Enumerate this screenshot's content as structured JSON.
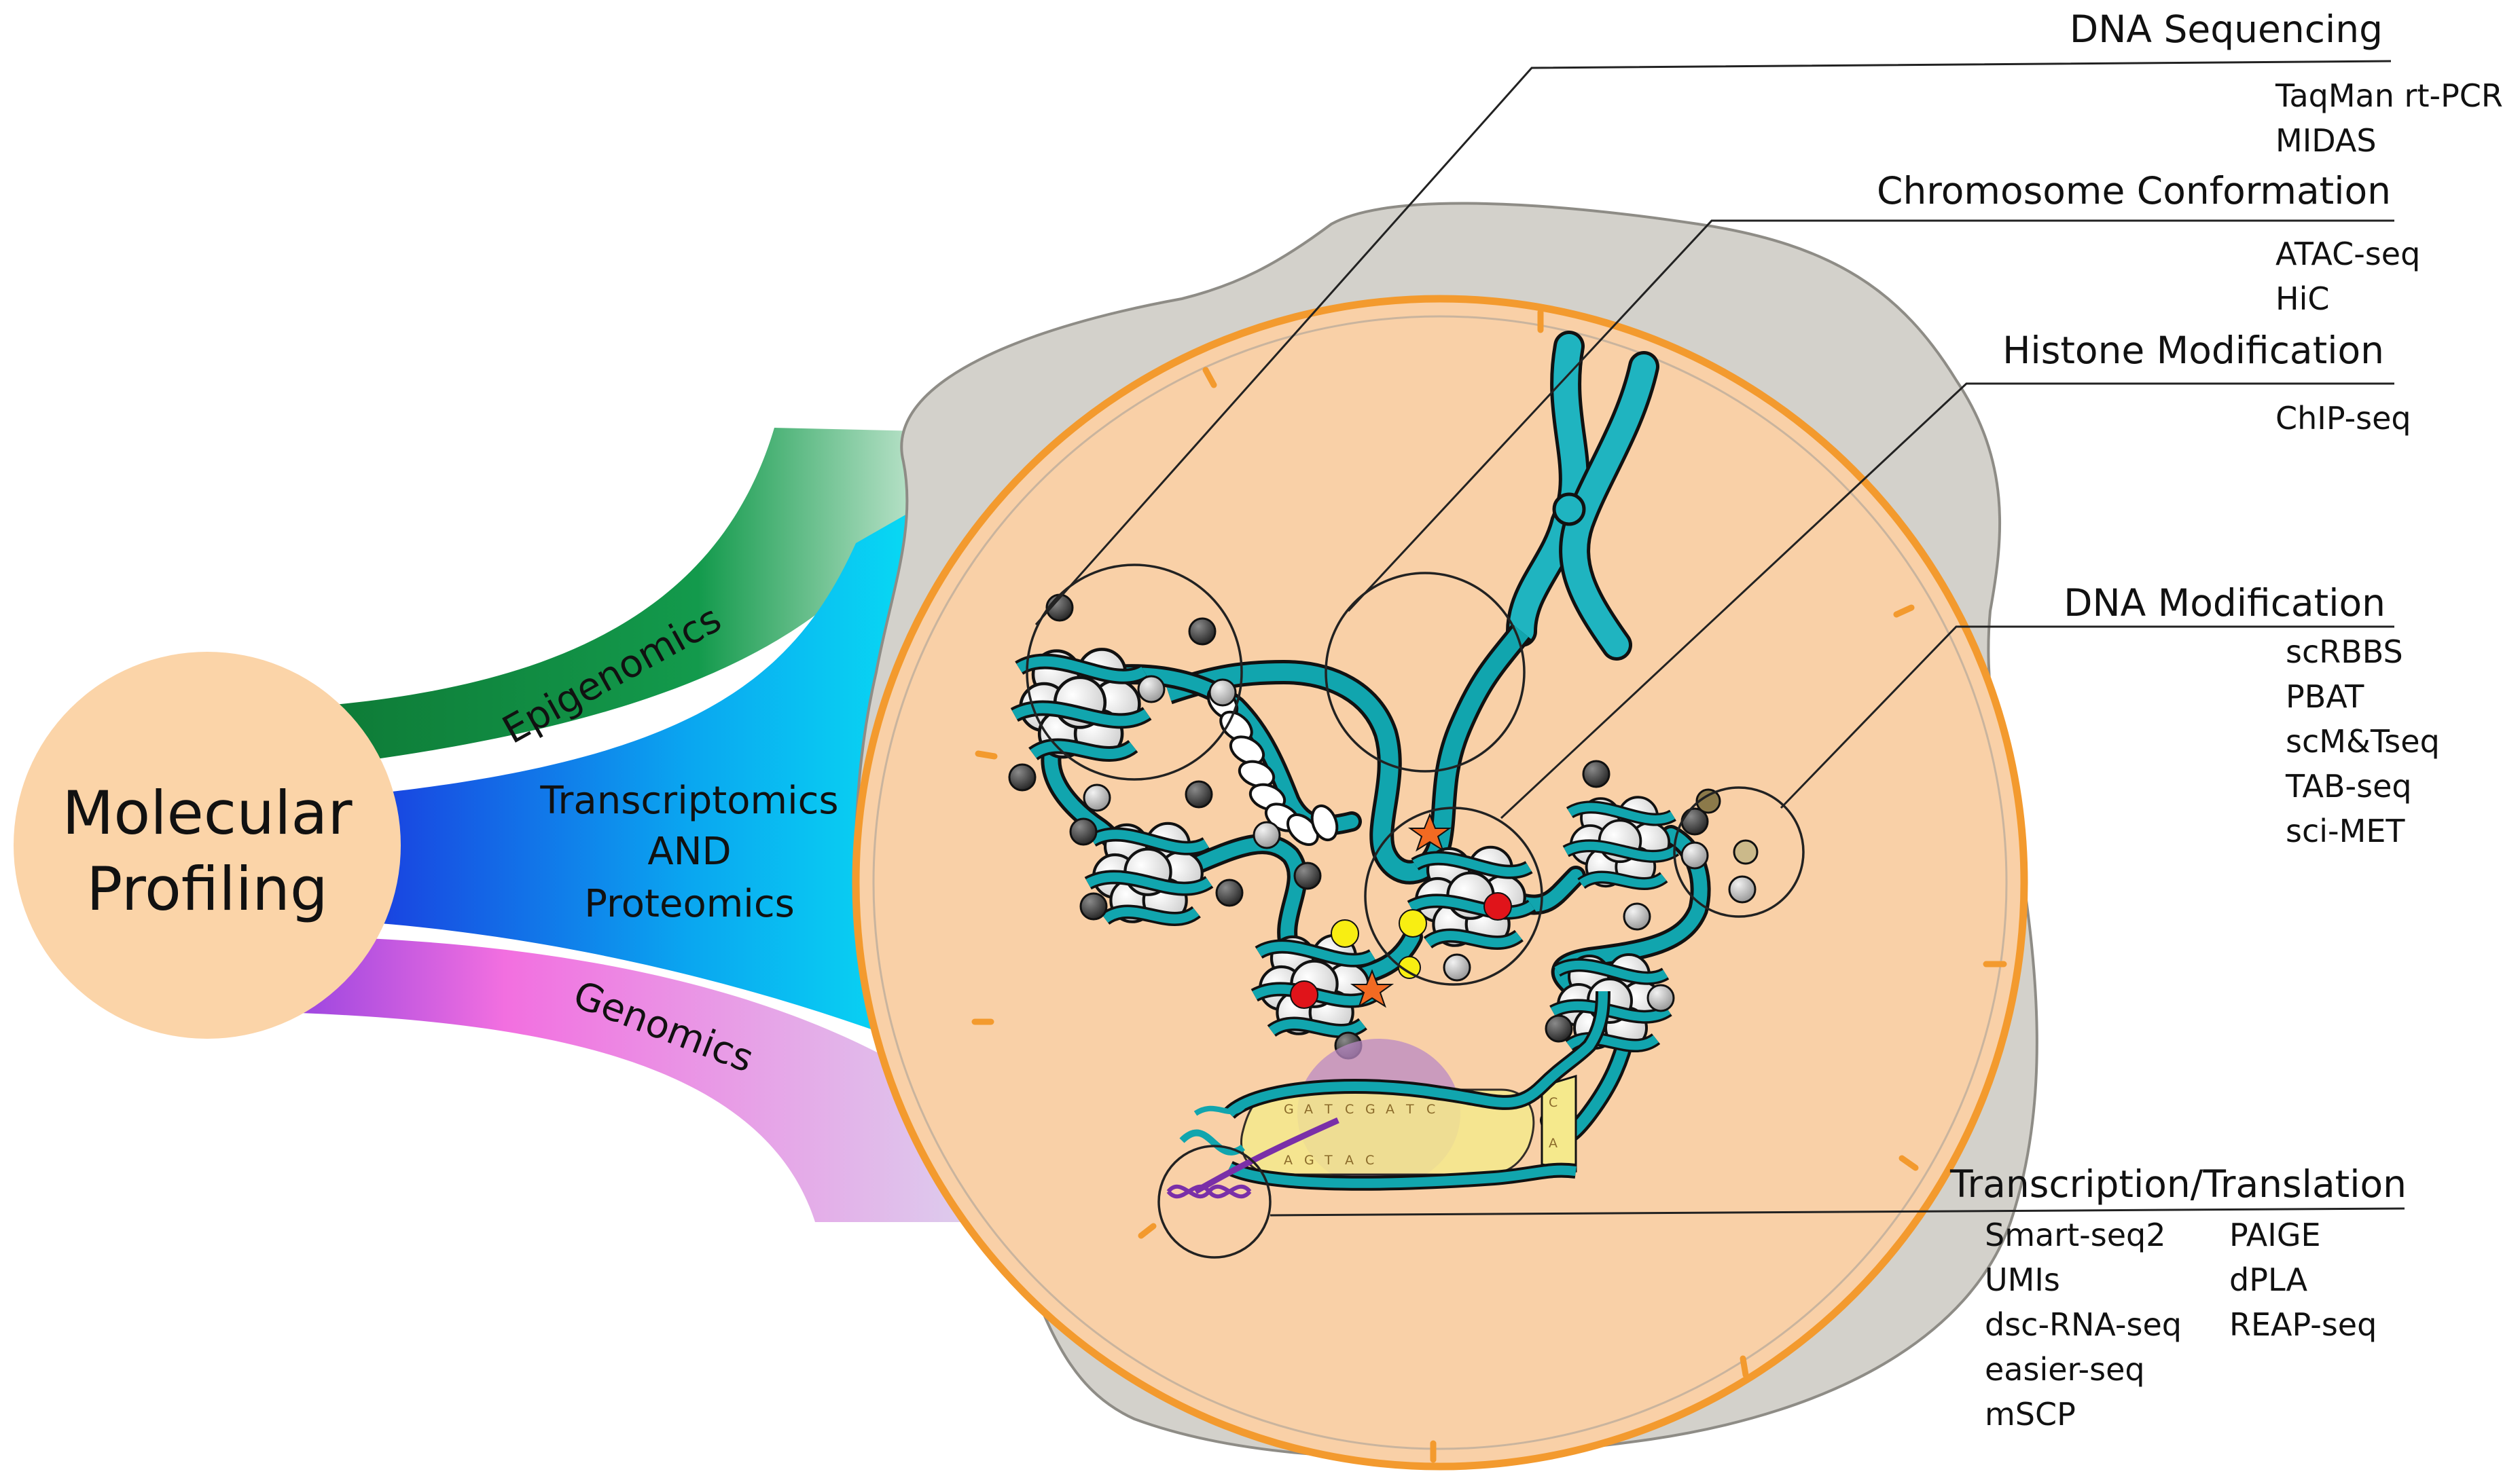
{
  "hub": {
    "line1": "Molecular",
    "line2": "Profiling"
  },
  "branches": {
    "epigenomics": "Epigenomics",
    "transcriptomics_line1": "Transcriptomics",
    "transcriptomics_line2": "AND",
    "transcriptomics_line3": "Proteomics",
    "genomics": "Genomics"
  },
  "callouts": [
    {
      "title": "DNA Sequencing",
      "methods": [
        "TaqMan rt-PCR",
        "MIDAS"
      ]
    },
    {
      "title": "Chromosome Conformation",
      "methods": [
        "ATAC-seq",
        "HiC"
      ]
    },
    {
      "title": "Histone Modification",
      "methods": [
        "ChIP-seq"
      ]
    },
    {
      "title": "DNA Modification",
      "methods": [
        "scRBBS",
        "PBAT",
        "scM&Tseq",
        "TAB-seq",
        "sci-MET"
      ]
    },
    {
      "title": "Transcription/Translation",
      "methods_col1": [
        "Smart-seq2",
        "UMIs",
        "dsc-RNA-seq",
        "easier-seq",
        "mSCP"
      ],
      "methods_col2": [
        "PAIGE",
        "dPLA",
        "REAP-seq"
      ]
    }
  ],
  "dna_letters": [
    "G",
    "A",
    "T",
    "C",
    "G",
    "A",
    "T",
    "C",
    "A",
    "G",
    "T",
    "A",
    "C",
    "C",
    "A"
  ],
  "colors": {
    "hub_fill": "#FBD4A8",
    "epigenomics_green": "#0E7A36",
    "transcriptomics_blue": "#1D4FE0",
    "transcriptomics_cyan": "#08D6F2",
    "genomics_purple": "#8B3EE0",
    "genomics_pink": "#F26FE0",
    "cell_gray": "#D3D1CB",
    "nucleus_fill": "#F9D0A7",
    "nucleus_ring": "#F39A2E",
    "dna_teal": "#11A5AE",
    "histone_mark_red": "#E0141A",
    "histone_mark_yellow": "#F8EE12",
    "histone_mark_orange": "#F26A22"
  },
  "icons": [
    "nucleosome-icon",
    "chromosome-icon",
    "methyl-bead-icon",
    "mrna-strand-icon"
  ]
}
